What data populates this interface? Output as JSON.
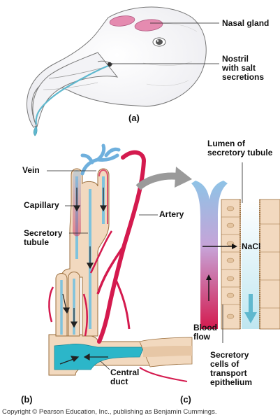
{
  "labels": {
    "nasal_gland": "Nasal gland",
    "nostril": "Nostril\nwith salt\nsecretions",
    "vein": "Vein",
    "capillary": "Capillary",
    "secretory_tubule": "Secretory\ntubule",
    "artery": "Artery",
    "central_duct": "Central\nduct",
    "lumen": "Lumen of\nsecretory tubule",
    "nacl": "NaCl",
    "blood_flow": "Blood\nflow",
    "secretory_cells": "Secretory\ncells of\ntransport\nepithelium"
  },
  "panels": {
    "a": "(a)",
    "b": "(b)",
    "c": "(c)"
  },
  "copyright": "Copyright © Pearson Education, Inc., publishing as Benjamin Cummings.",
  "colors": {
    "artery": "#d41a4e",
    "vein": "#8ec3e6",
    "duct": "#2cb6c9",
    "tissue": "#f2d9bf",
    "gland": "#e58bb0",
    "bird_outline": "#555555"
  }
}
